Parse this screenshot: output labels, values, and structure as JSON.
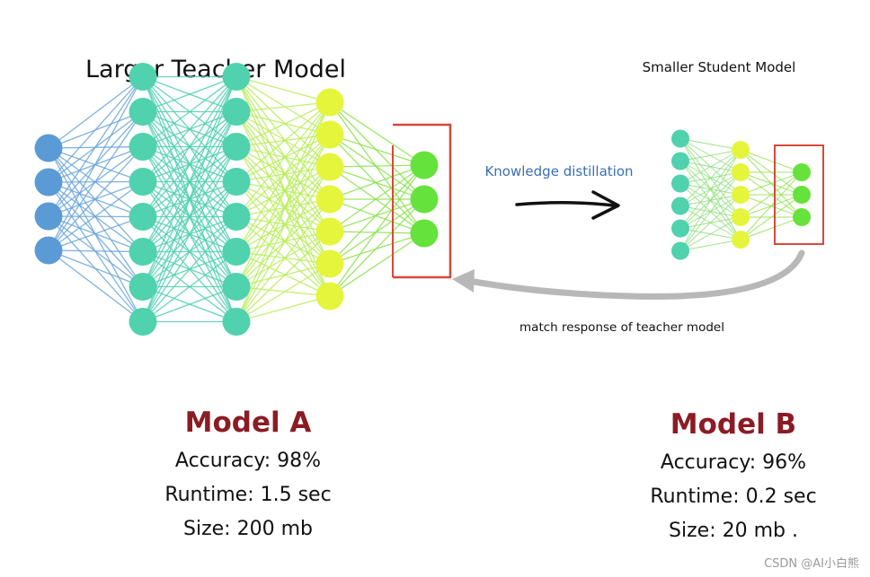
{
  "teacher": {
    "title": "Larger Teacher Model",
    "layers": [
      4,
      8,
      8,
      7,
      3
    ]
  },
  "student": {
    "title": "Smaller Student Model",
    "layers": [
      6,
      5,
      3
    ]
  },
  "arrows": {
    "distill_label": "Knowledge distillation",
    "match_label": "match response of teacher model"
  },
  "models": [
    {
      "name": "Model A",
      "accuracy": "Accuracy: 98%",
      "runtime": "Runtime: 1.5 sec",
      "size": "Size: 200 mb"
    },
    {
      "name": "Model B",
      "accuracy": "Accuracy: 96%",
      "runtime": "Runtime: 0.2 sec",
      "size": "Size: 20 mb ."
    }
  ],
  "watermark": "CSDN @AI小白熊",
  "colors": {
    "blue": "#5b9bd5",
    "teal": "#4fd2ad",
    "yellow": "#e5f53c",
    "green": "#66e23c",
    "output_box": "#d9483b",
    "model_name": "#8b1c24",
    "distill_text": "#3a6fb4",
    "return_arrow": "#b8b8b8"
  }
}
